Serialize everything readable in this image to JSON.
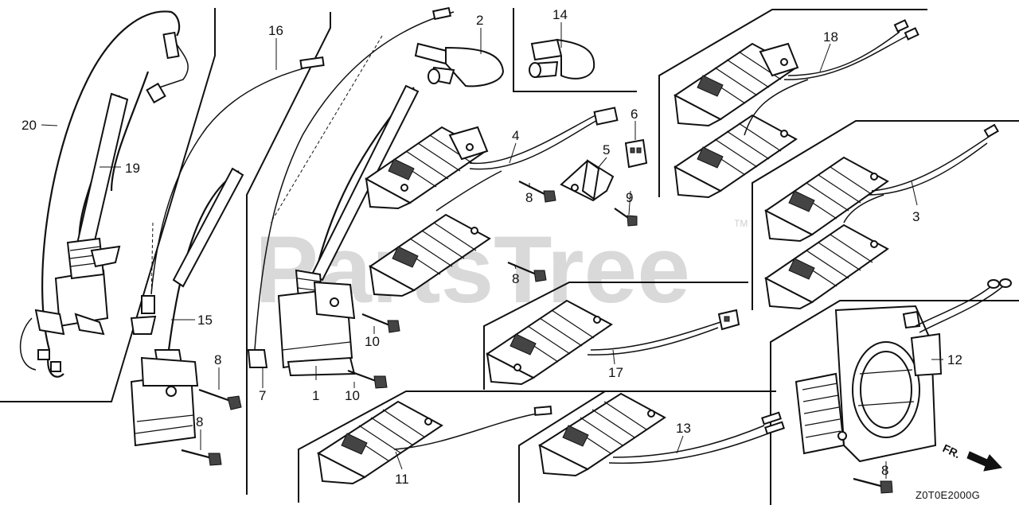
{
  "watermark": {
    "text": "PartsTree",
    "trademark": "TM"
  },
  "diagram_code": "Z0T0E2000G",
  "direction_label": "FR.",
  "callouts": {
    "c20": "20",
    "c19": "19",
    "c16": "16",
    "c15": "15",
    "c8a": "8",
    "c8b": "8",
    "c8c": "8",
    "c8d": "8",
    "c8e": "8",
    "c7": "7",
    "c1": "1",
    "c10a": "10",
    "c10b": "10",
    "c2": "2",
    "c14": "14",
    "c4": "4",
    "c5": "5",
    "c6": "6",
    "c9": "9",
    "c18": "18",
    "c3": "3",
    "c17": "17",
    "c12": "12",
    "c11": "11",
    "c13": "13"
  }
}
